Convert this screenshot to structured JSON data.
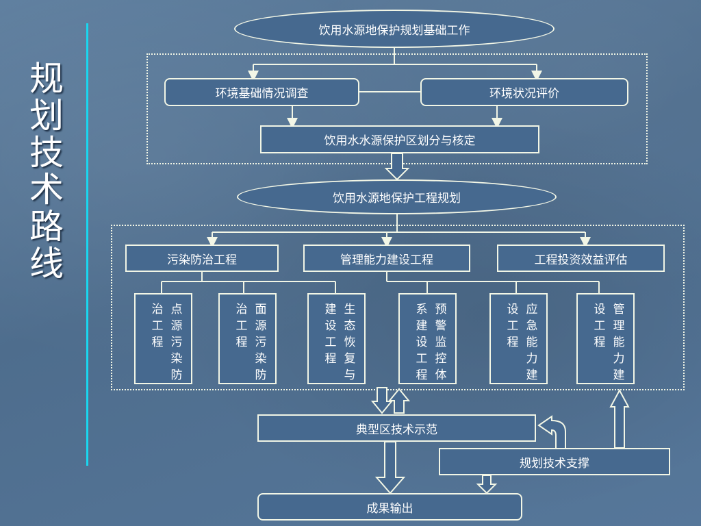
{
  "slide_title": [
    "规",
    "划",
    "技",
    "术",
    "路",
    "线"
  ],
  "nodes": {
    "basis": "饮用水源地保护规划基础工作",
    "env_survey": "环境基础情况调查",
    "env_eval": "环境状况评价",
    "zoning": "饮用水水源保护区划分与核定",
    "eng_plan": "饮用水源地保护工程规划",
    "pollution": "污染防治工程",
    "capacity": "管理能力建设工程",
    "investment": "工程投资效益评估",
    "demo": "典型区技术示范",
    "support": "规划技术支撑",
    "output": "成果输出"
  },
  "sub_projects": [
    {
      "col1": "点源污染防",
      "col2": "治工程"
    },
    {
      "col1": "面源污染防",
      "col2": "治工程"
    },
    {
      "col1": "生态恢复与",
      "col2": "建设工程"
    },
    {
      "col1": "预警监控体",
      "col2": "系建设工程"
    },
    {
      "col1": "应急能力建",
      "col2": "设工程"
    },
    {
      "col1": "管理能力建",
      "col2": "设工程"
    }
  ],
  "colors": {
    "box_fill": "#46698f",
    "line": "#f2f6e6",
    "divider": "#19d7f0",
    "text": "#ffffff"
  }
}
